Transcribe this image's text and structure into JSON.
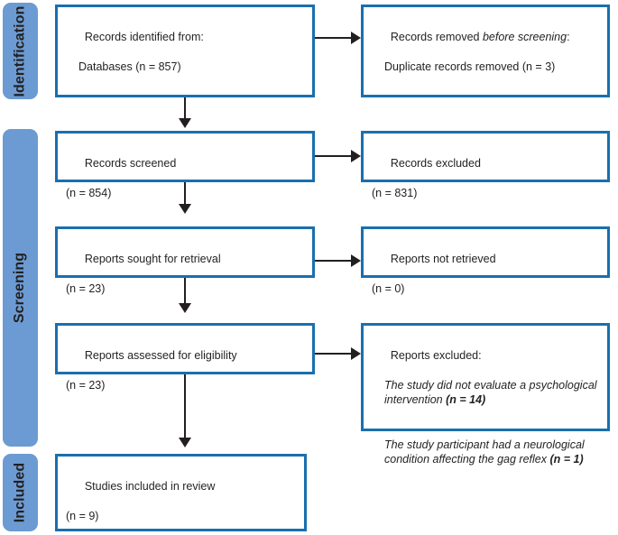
{
  "diagram": {
    "type": "prisma-flow-diagram",
    "colors": {
      "stage_fill": "#6b9bd2",
      "box_border": "#1a6fae",
      "box_fill": "#ffffff",
      "text": "#231f20",
      "connector": "#231f20"
    }
  },
  "stages": [
    {
      "id": "identification",
      "label": "Identification"
    },
    {
      "id": "screening",
      "label": "Screening"
    },
    {
      "id": "included",
      "label": "Included"
    }
  ],
  "boxes": {
    "records_identified": {
      "line1": "Records identified from:",
      "line2": "Databases (n = 857)",
      "count": 857
    },
    "records_removed": {
      "line1_a": "Records removed ",
      "line1_italic": "before screening",
      "line1_b": ":",
      "line2": "Duplicate records removed (n = 3)",
      "count": 3
    },
    "records_screened": {
      "line1": "Records screened",
      "line2": "(n = 854)",
      "count": 854
    },
    "records_excluded": {
      "line1": "Records excluded",
      "line2": "(n = 831)",
      "count": 831
    },
    "reports_sought": {
      "line1": "Reports sought for retrieval",
      "line2": "(n = 23)",
      "count": 23
    },
    "reports_not_retrieved": {
      "line1": "Reports not retrieved",
      "line2": "(n = 0)",
      "count": 0
    },
    "reports_assessed": {
      "line1": "Reports assessed for eligibility",
      "line2": "(n = 23)",
      "count": 23
    },
    "reports_excluded": {
      "heading": "Reports excluded:",
      "reason1_text": "The study did not evaluate a psychological intervention ",
      "reason1_count": "(n = 14)",
      "reason2_text": "The study participant had a neurological condition affecting the gag reflex ",
      "reason2_count": "(n = 1)"
    },
    "studies_included": {
      "line1": "Studies included in review",
      "line2": "(n = 9)",
      "count": 9
    }
  }
}
